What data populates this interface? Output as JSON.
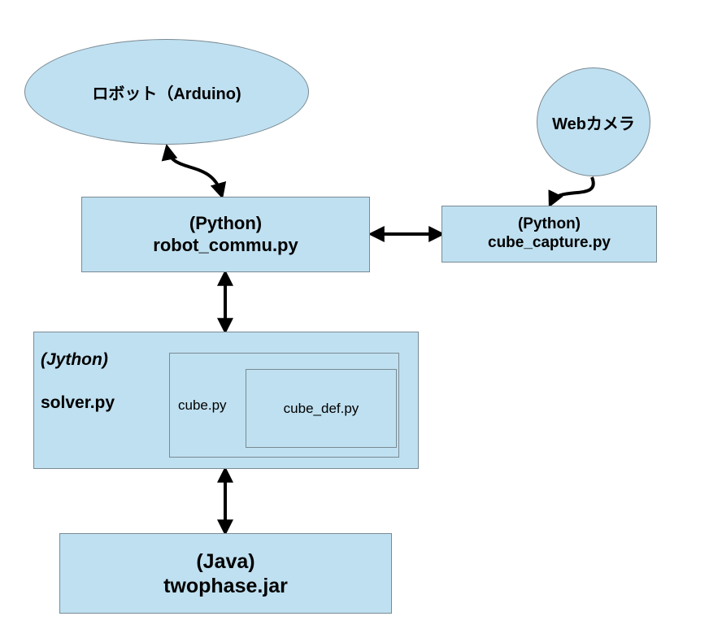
{
  "nodes": {
    "robot": {
      "label": "ロボット（Arduino)"
    },
    "webcam": {
      "label": "Webカメラ"
    },
    "robot_commu": {
      "lang": "(Python)",
      "file": "robot_commu.py"
    },
    "cube_capture": {
      "lang": "(Python)",
      "file": "cube_capture.py"
    },
    "solver": {
      "lang": "(Jython)",
      "file": "solver.py"
    },
    "cube": {
      "label": "cube.py"
    },
    "cube_def": {
      "label": "cube_def.py"
    },
    "twophase": {
      "lang": "(Java)",
      "file": "twophase.jar"
    }
  },
  "colors": {
    "node_fill": "#bfe0f0",
    "node_border": "#7a8a94",
    "arrow": "#000000"
  }
}
